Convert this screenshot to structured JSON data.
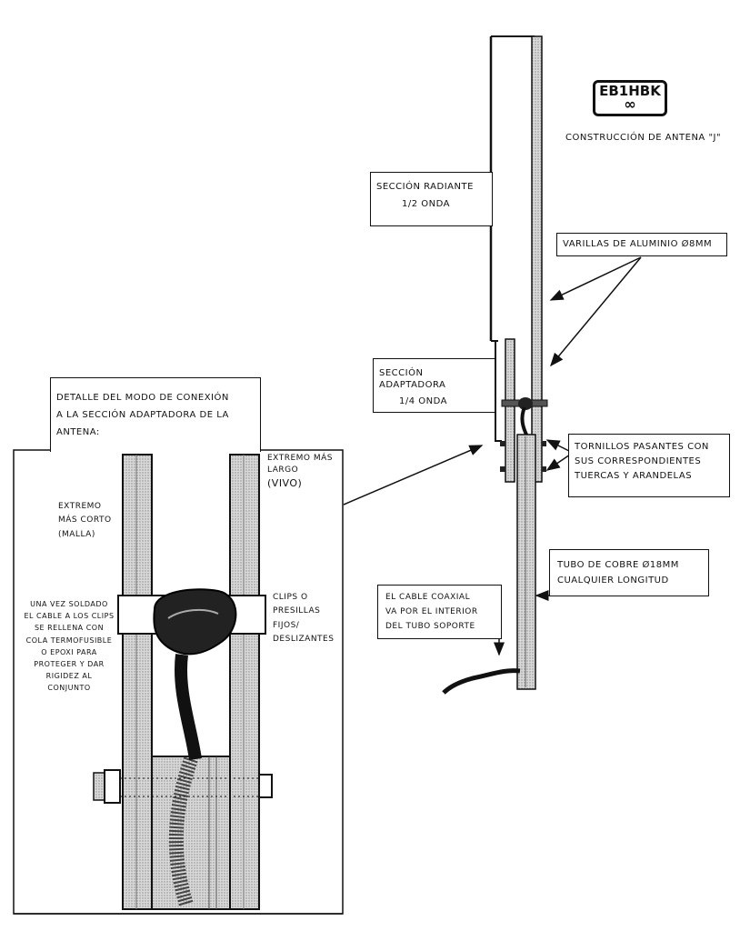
{
  "title": {
    "callsign": "EB1HBK",
    "callsign_symbol": "∞",
    "heading": "Construcción de antena \"J\""
  },
  "labels": {
    "radiating_section": {
      "line1": "Sección radiante",
      "line2": "1/2 onda"
    },
    "aluminum_rods": "Varillas de aluminio ø8mm",
    "matching_section": {
      "line1": "Sección adaptadora",
      "line2": "1/4 onda"
    },
    "bolts": {
      "line1": "Tornillos pasantes con",
      "line2": "sus correspondientes",
      "line3": "tuercas y arandelas"
    },
    "copper_tube": {
      "line1": "Tubo de cobre ø18mm",
      "line2": "cualquier longitud"
    },
    "coax_cable": {
      "line1": "El cable coaxial",
      "line2": "va por el interior",
      "line3": "del tubo soporte"
    }
  },
  "detail": {
    "heading": {
      "line1": "Detalle del modo de conexión",
      "line2": "a la sección adaptadora de la",
      "line3": "antena:"
    },
    "longest_end": {
      "line1": "Extremo más",
      "line2": "largo",
      "line3": "(vivo)"
    },
    "shortest_end": {
      "line1": "Extremo",
      "line2": "más corto",
      "line3": "(malla)"
    },
    "filling_note": {
      "lines": [
        "Una vez soldado",
        "el cable a los clips",
        "se rellena con",
        "cola termofusible",
        "o epoxi para",
        "proteger y dar",
        "rigidez al",
        "conjunto"
      ]
    },
    "clips": {
      "line1": "Clips o",
      "line2": "presillas",
      "line3": "fijos/",
      "line4": "deslizantes"
    }
  }
}
